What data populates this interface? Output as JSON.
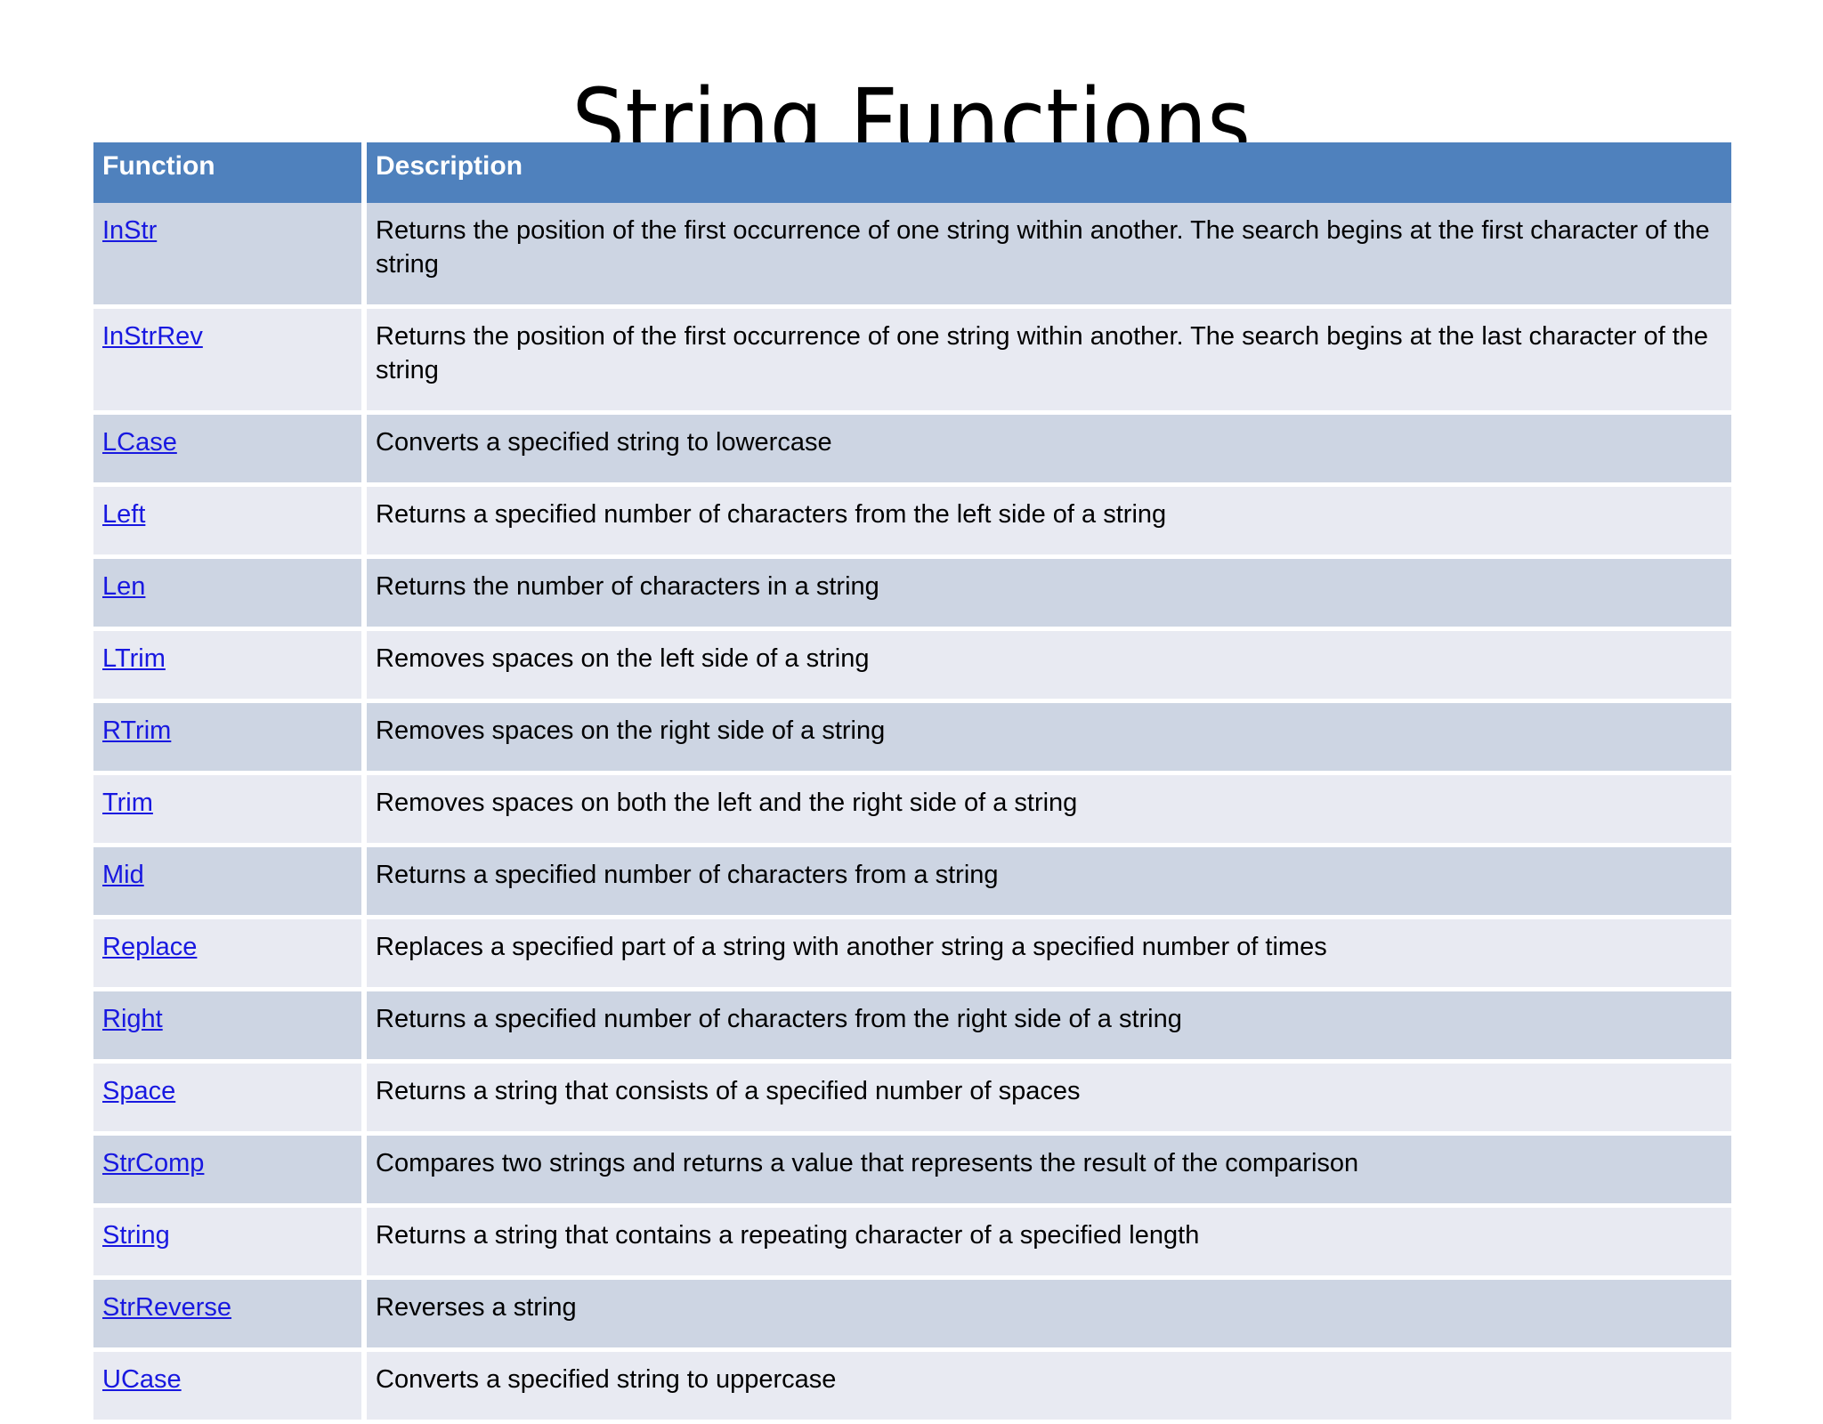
{
  "title": "String Functions",
  "colors": {
    "header_bg": "#4F81BD",
    "header_text": "#FFFFFF",
    "row_dark": "#CDD5E3",
    "row_light": "#E8EAF2",
    "link": "#1818E0",
    "body_text": "#000000",
    "page_bg": "#FFFFFF"
  },
  "table": {
    "columns": [
      {
        "label": "Function"
      },
      {
        "label": "Description"
      }
    ],
    "rows": [
      {
        "function": "InStr",
        "description": "Returns the position of the first occurrence of one string within another. The search begins at the first character of the string",
        "stripe": "dark"
      },
      {
        "function": "InStrRev",
        "description": "Returns the position of the first occurrence of one string within another. The search begins at the last character of the string",
        "stripe": "light"
      },
      {
        "function": "LCase",
        "description": "Converts a specified string to lowercase",
        "stripe": "dark"
      },
      {
        "function": "Left",
        "description": "Returns a specified number of characters from the left side of a string",
        "stripe": "light"
      },
      {
        "function": "Len",
        "description": "Returns the number of characters in a string",
        "stripe": "dark"
      },
      {
        "function": "LTrim",
        "description": "Removes spaces on the left side of a string",
        "stripe": "light"
      },
      {
        "function": "RTrim",
        "description": "Removes spaces on the right side of a string",
        "stripe": "dark"
      },
      {
        "function": "Trim",
        "description": "Removes spaces on both the left and the right side of a string",
        "stripe": "light"
      },
      {
        "function": "Mid",
        "description": "Returns a specified number of characters from a string",
        "stripe": "dark"
      },
      {
        "function": "Replace",
        "description": "Replaces a specified part of a string with another string a specified number of times",
        "stripe": "light"
      },
      {
        "function": "Right",
        "description": "Returns a specified number of characters from the right side of a string",
        "stripe": "dark"
      },
      {
        "function": "Space",
        "description": "Returns a string that consists of a specified number of spaces",
        "stripe": "light"
      },
      {
        "function": "StrComp",
        "description": "Compares two strings and returns a value that represents the result of the comparison",
        "stripe": "dark"
      },
      {
        "function": "String",
        "description": "Returns a string that contains a repeating character of a specified length",
        "stripe": "light"
      },
      {
        "function": "StrReverse",
        "description": "Reverses a string",
        "stripe": "dark"
      },
      {
        "function": "UCase",
        "description": "Converts a specified string to uppercase",
        "stripe": "light"
      }
    ]
  }
}
